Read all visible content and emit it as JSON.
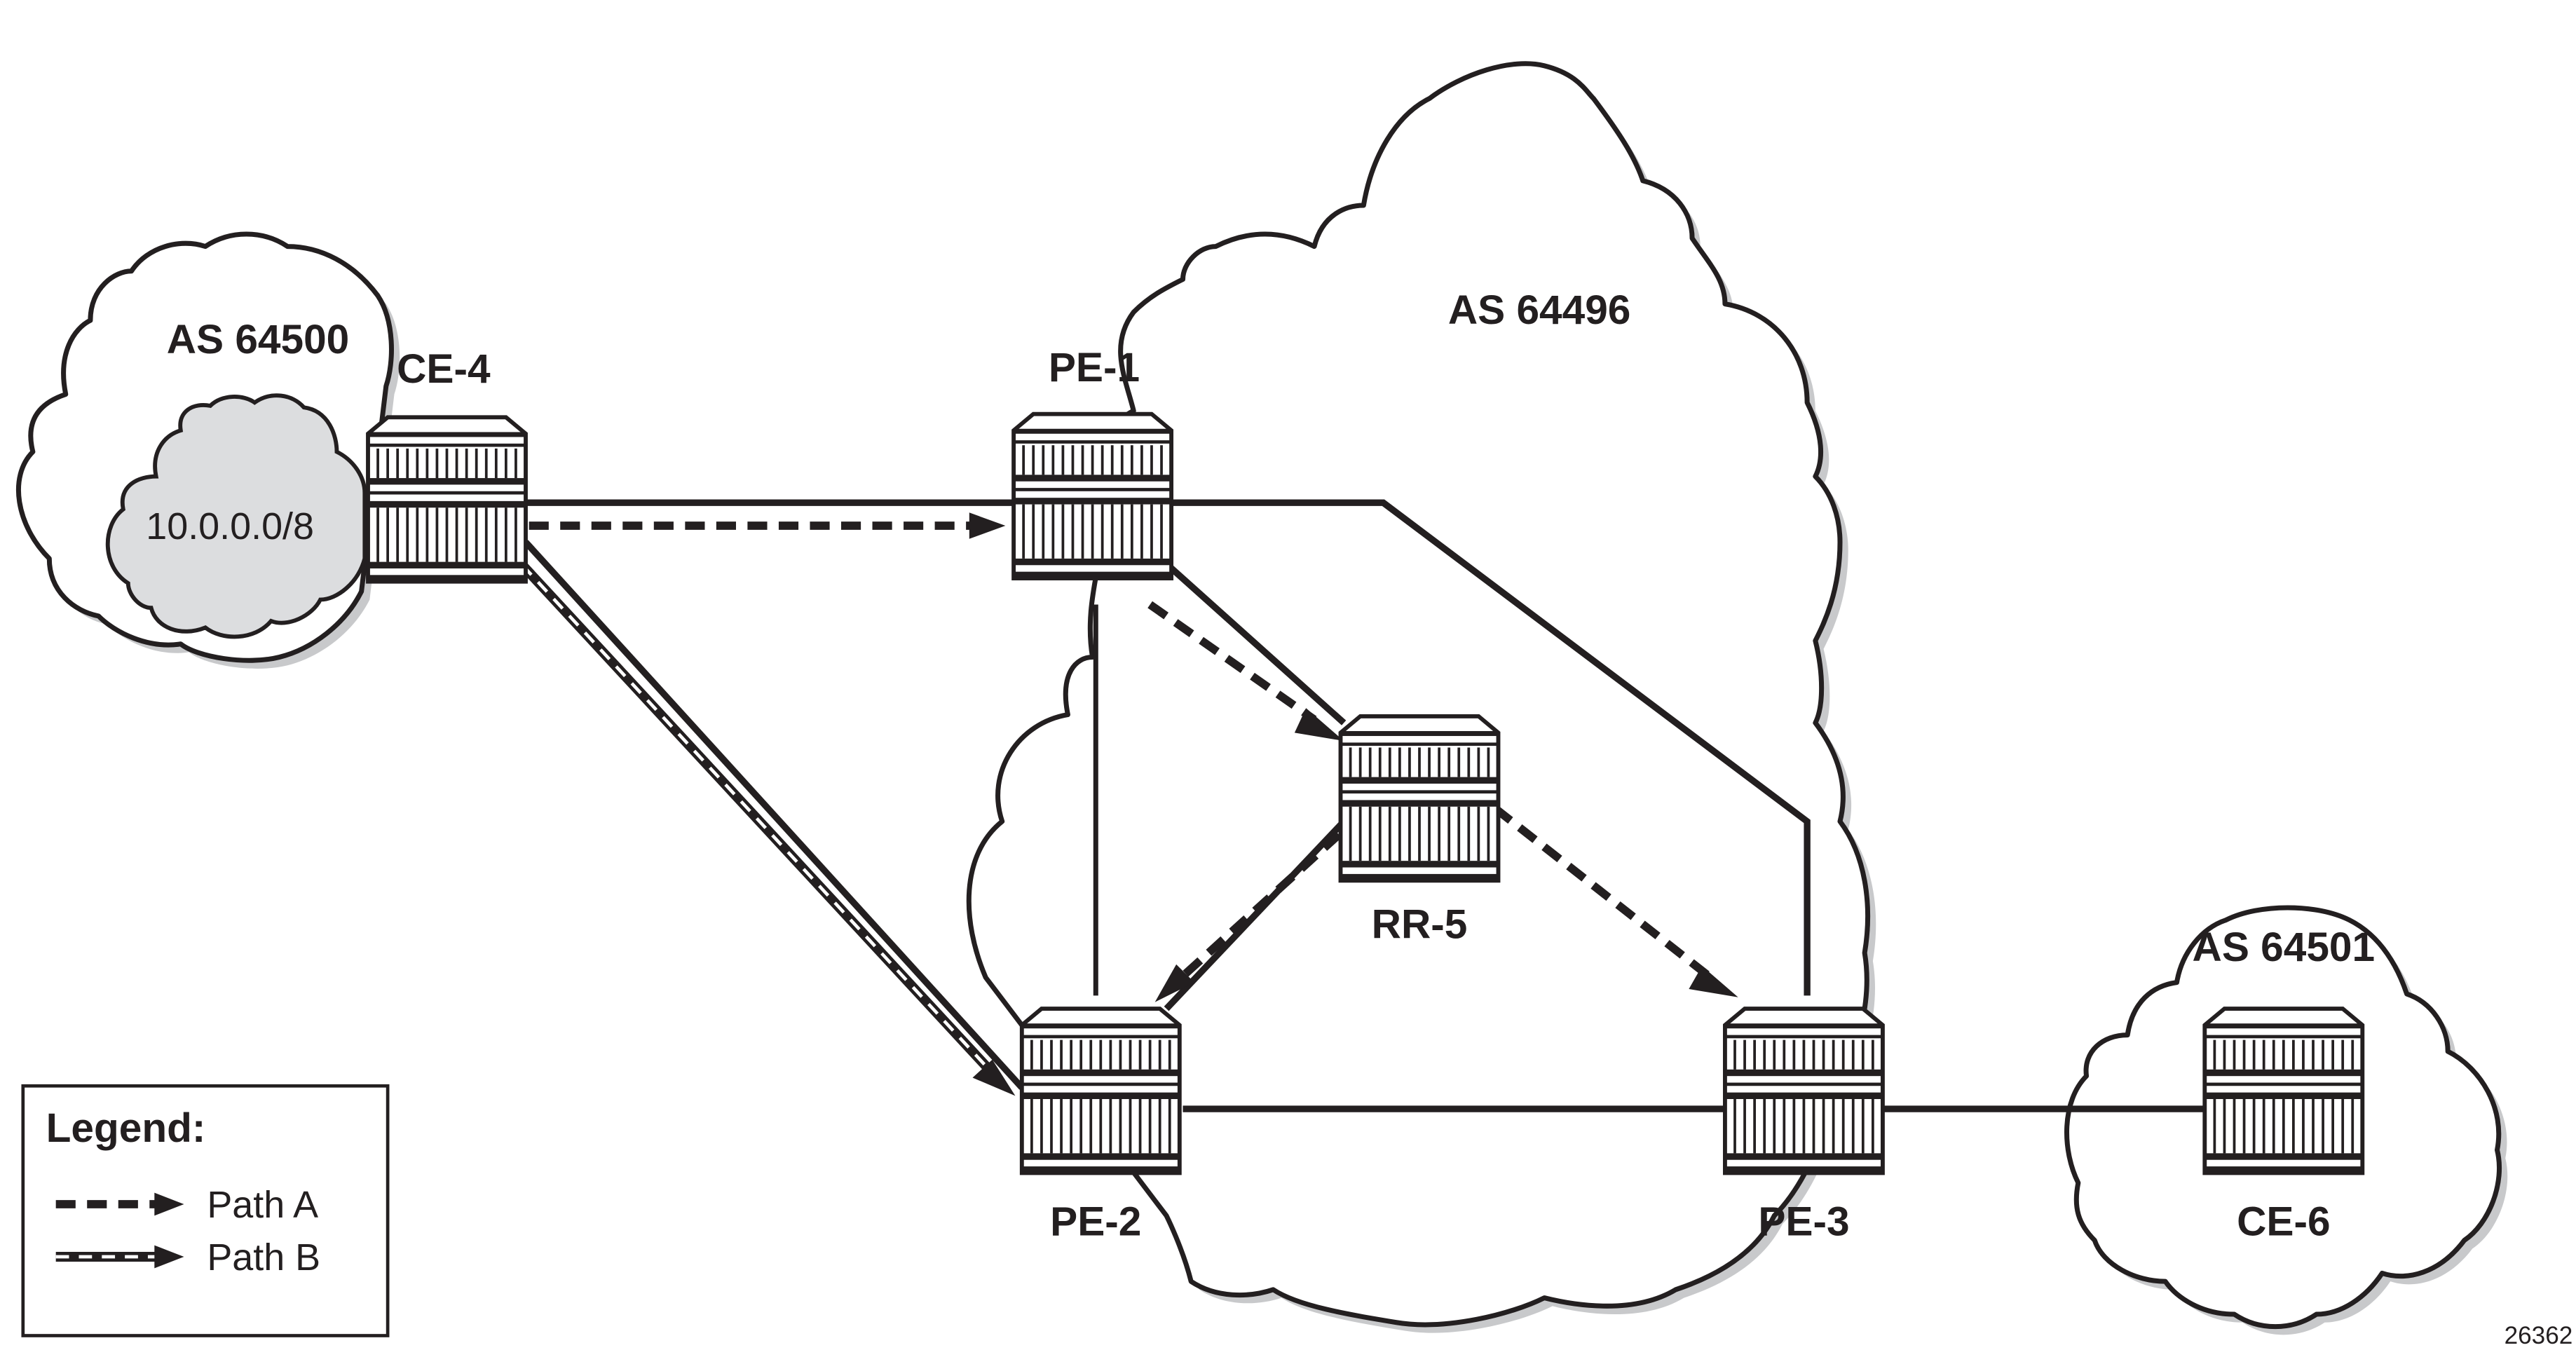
{
  "figure_id": "26362",
  "as_domains": [
    {
      "id": "as64500",
      "label": "AS 64500"
    },
    {
      "id": "as64496",
      "label": "AS 64496"
    },
    {
      "id": "as64501",
      "label": "AS 64501"
    }
  ],
  "prefix_cloud": {
    "label": "10.0.0.0/8"
  },
  "nodes": [
    {
      "id": "CE-4",
      "label": "CE-4",
      "as": "AS 64500"
    },
    {
      "id": "PE-1",
      "label": "PE-1",
      "as": "AS 64496"
    },
    {
      "id": "RR-5",
      "label": "RR-5",
      "as": "AS 64496"
    },
    {
      "id": "PE-2",
      "label": "PE-2",
      "as": "AS 64496"
    },
    {
      "id": "PE-3",
      "label": "PE-3",
      "as": "AS 64496"
    },
    {
      "id": "CE-6",
      "label": "CE-6",
      "as": "AS 64501"
    }
  ],
  "links": [
    {
      "from": "CE-4",
      "to": "PE-1"
    },
    {
      "from": "CE-4",
      "to": "PE-2"
    },
    {
      "from": "PE-1",
      "to": "PE-2"
    },
    {
      "from": "PE-1",
      "to": "RR-5"
    },
    {
      "from": "PE-1",
      "to": "PE-3"
    },
    {
      "from": "RR-5",
      "to": "PE-2"
    },
    {
      "from": "PE-2",
      "to": "PE-3"
    },
    {
      "from": "PE-3",
      "to": "CE-6"
    }
  ],
  "paths": [
    {
      "name": "Path A",
      "style": "dashed",
      "hops": [
        "CE-4",
        "PE-1",
        "RR-5",
        "PE-2"
      ],
      "also": [
        "RR-5",
        "PE-3"
      ]
    },
    {
      "name": "Path B",
      "style": "double-dashed",
      "hops": [
        "CE-4",
        "PE-2"
      ]
    }
  ],
  "legend": {
    "title": "Legend:",
    "items": [
      {
        "label": "Path A"
      },
      {
        "label": "Path B"
      }
    ]
  },
  "colors": {
    "ink": "#231f20",
    "shadow": "#c8c9cb",
    "prefix_fill": "#dcdddf"
  }
}
